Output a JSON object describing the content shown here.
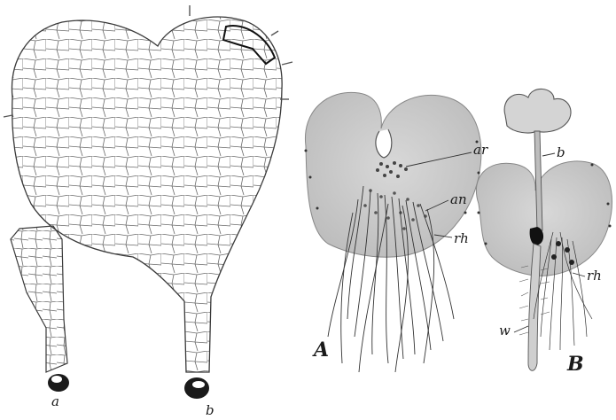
{
  "labels": {
    "cell_a": "a",
    "cell_b": "b",
    "panel_A": "A",
    "panel_B": "B",
    "archegonia": "ar",
    "antheridia": "an",
    "rhizoids_A": "rh",
    "rhizoids_B": "rh",
    "sporophyte_leaf": "b",
    "sporophyte_root": "w"
  },
  "colors": {
    "ink": "#1a1a1a",
    "cell_wall": "#5a5a5a",
    "thallus_shade": "#d0d0d0",
    "thallus_shade_dark": "#a9a9a9"
  }
}
